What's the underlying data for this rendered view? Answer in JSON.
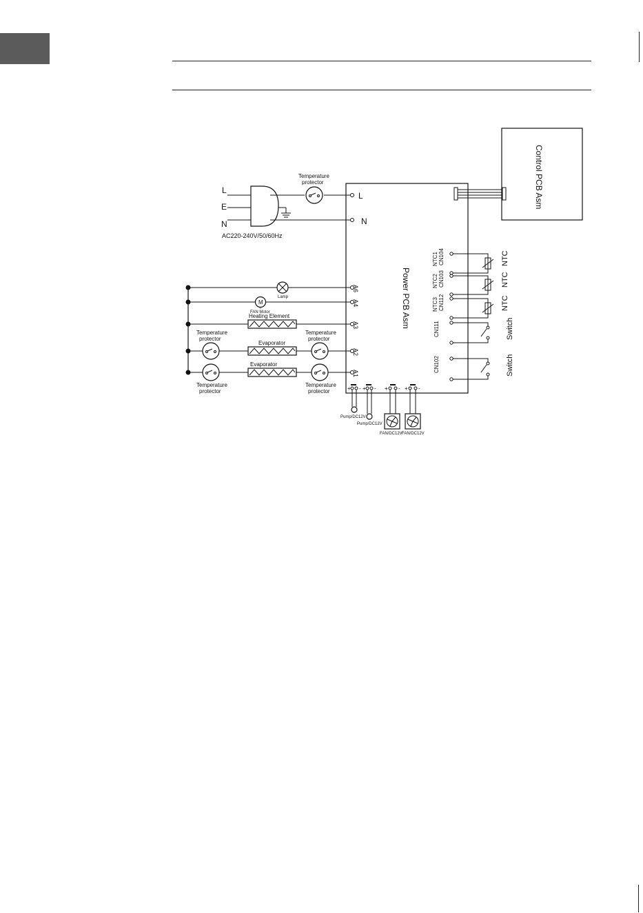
{
  "supply": {
    "line_L": "L",
    "line_E": "E",
    "line_N": "N",
    "rating": "AC220-240V/50/60Hz"
  },
  "pcb": {
    "power": "Power PCB Asm",
    "control": "Control PCB Asm",
    "term_L": "L",
    "term_N": "N",
    "term_A6": "A6",
    "term_A4": "A4",
    "term_A3": "A3",
    "term_A2": "A2",
    "term_A1": "A1"
  },
  "components": {
    "temp_protector_top_1": "Temperature",
    "temp_protector_top_2": "protector",
    "lamp": "Lamp",
    "fan_motor_symbol": "M",
    "fan_motor_sub": "~",
    "fan_motor": "FAN Motor",
    "heating_element": "Heating Element",
    "evaporator_1": "Evaporator",
    "evaporator_2": "Evaporator",
    "tp_left_upper_1": "Temperature",
    "tp_left_upper_2": "protector",
    "tp_right_upper_1": "Temperature",
    "tp_right_upper_2": "protector",
    "tp_left_lower_1": "Temperature",
    "tp_left_lower_2": "protector",
    "tp_right_lower_1": "Temperature",
    "tp_right_lower_2": "protector"
  },
  "connectors": {
    "ntc1": "NTC1",
    "cn104": "CN104",
    "ntc2": "NTC2",
    "cn103": "CN103",
    "ntc3": "NTC3",
    "cn112": "CN112",
    "cn111": "CN111",
    "cn102": "CN102",
    "ntc_a": "NTC",
    "ntc_b": "NTC",
    "ntc_c": "NTC",
    "switch_a": "Switch",
    "switch_b": "Switch"
  },
  "dc_loads": {
    "pump1": "Pump/DC12V",
    "pump2": "Pump/DC12V",
    "fan1": "FAN/DC12V",
    "fan2": "FAN/DC12V",
    "plus": "+",
    "minus": "-"
  }
}
